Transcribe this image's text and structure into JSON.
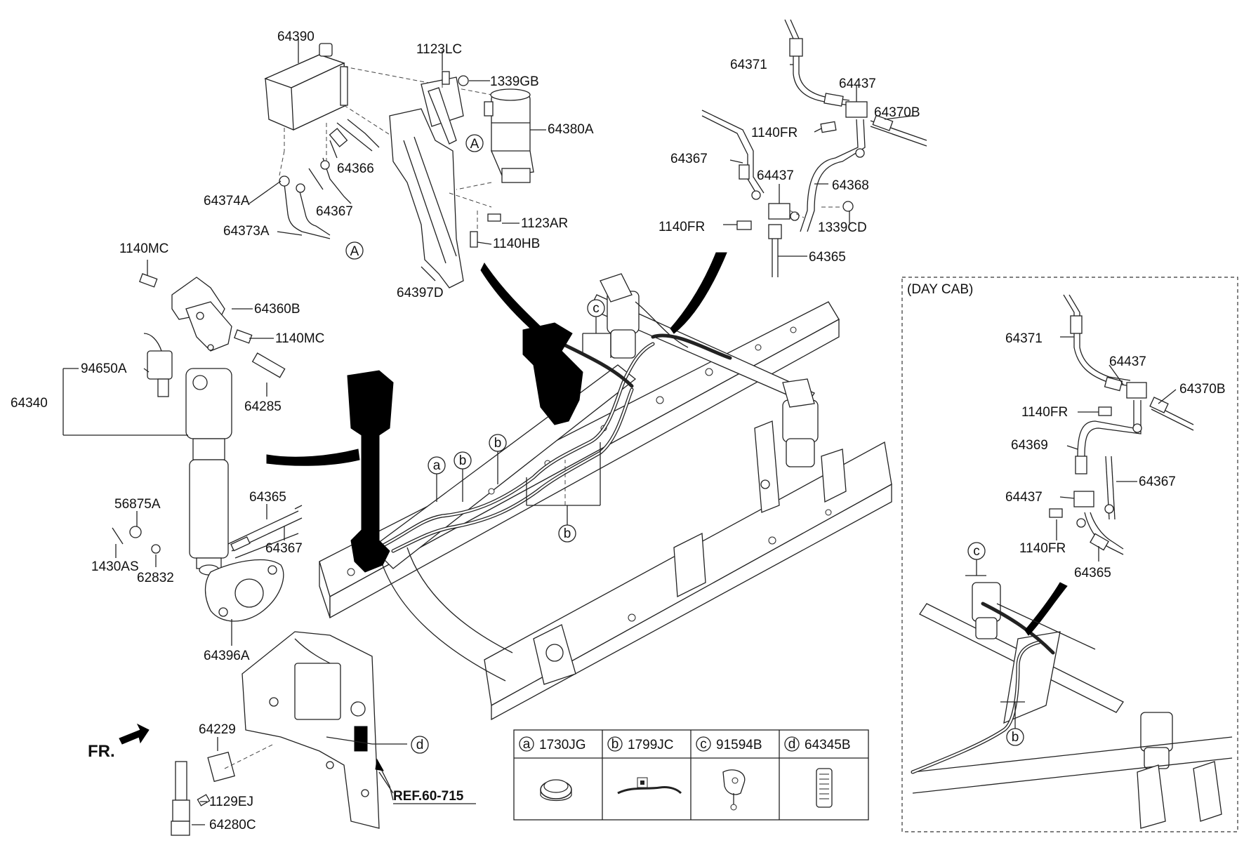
{
  "callouts": {
    "c64390": "64390",
    "c1123LC": "1123LC",
    "c1339GB": "1339GB",
    "c64380A": "64380A",
    "c64366": "64366",
    "c64374A": "64374A",
    "c64367a": "64367",
    "c64373A": "64373A",
    "c1123AR": "1123AR",
    "c1140HB": "1140HB",
    "c64397D": "64397D",
    "c1140MCa": "1140MC",
    "c64360B": "64360B",
    "c1140MCb": "1140MC",
    "c94650A": "94650A",
    "c64340": "64340",
    "c64285": "64285",
    "c56875A": "56875A",
    "c64365a": "64365",
    "c64367b": "64367",
    "c1430AS": "1430AS",
    "c62832": "62832",
    "c64396A": "64396A",
    "c64229": "64229",
    "c1129EJ": "1129EJ",
    "c64280C": "64280C",
    "fr": "FR.",
    "ref": "REF.60-715",
    "c64371a": "64371",
    "c64437a": "64437",
    "c64370Ba": "64370B",
    "c1140FRa": "1140FR",
    "c64367c": "64367",
    "c64437b": "64437",
    "c64368": "64368",
    "c1140FRb": "1140FR",
    "c1339CD": "1339CD",
    "c64365b": "64365",
    "daycab": "(DAY CAB)",
    "c64371b": "64371",
    "c64437c": "64437",
    "c64370Bb": "64370B",
    "c1140FRc": "1140FR",
    "c64369": "64369",
    "c64367d": "64367",
    "c64437d": "64437",
    "c1140FRd": "1140FR",
    "c64365c": "64365"
  },
  "letters": {
    "A": "A",
    "a": "a",
    "b": "b",
    "c": "c",
    "d": "d"
  },
  "legend": [
    {
      "letter": "a",
      "part": "1730JG"
    },
    {
      "letter": "b",
      "part": "1799JC"
    },
    {
      "letter": "c",
      "part": "91594B"
    },
    {
      "letter": "d",
      "part": "64345B"
    }
  ]
}
